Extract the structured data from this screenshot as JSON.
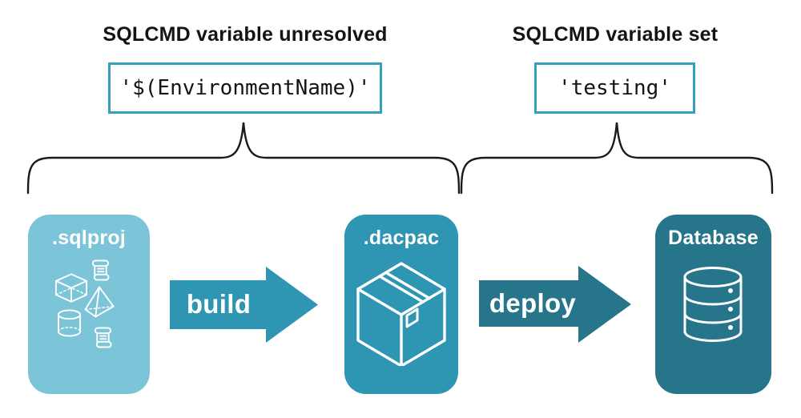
{
  "annotations": {
    "left": {
      "title": "SQLCMD variable unresolved",
      "value": "'$(EnvironmentName)'"
    },
    "right": {
      "title": "SQLCMD variable set",
      "value": "'testing'"
    }
  },
  "pipeline": {
    "stages": [
      {
        "label": ".sqlproj",
        "icons": [
          "cube-icon",
          "scroll-icon",
          "pyramid-icon",
          "cylinder-icon",
          "scroll-icon"
        ]
      },
      {
        "label": ".dacpac",
        "icons": [
          "package-icon"
        ]
      },
      {
        "label": "Database",
        "icons": [
          "database-icon"
        ]
      }
    ],
    "arrows": [
      {
        "label": "build"
      },
      {
        "label": "deploy"
      }
    ]
  },
  "colors": {
    "stage_sqlproj_bg": "#7cc4d8",
    "stage_dacpac_bg": "#2e96b2",
    "stage_database_bg": "#26758b",
    "build_arrow": "#2e96b2",
    "deploy_arrow": "#26758b",
    "code_box_border": "#35a0be",
    "brace_stroke": "#1a1a1a",
    "text_dark": "#141414",
    "icon_stroke": "#ffffff"
  }
}
